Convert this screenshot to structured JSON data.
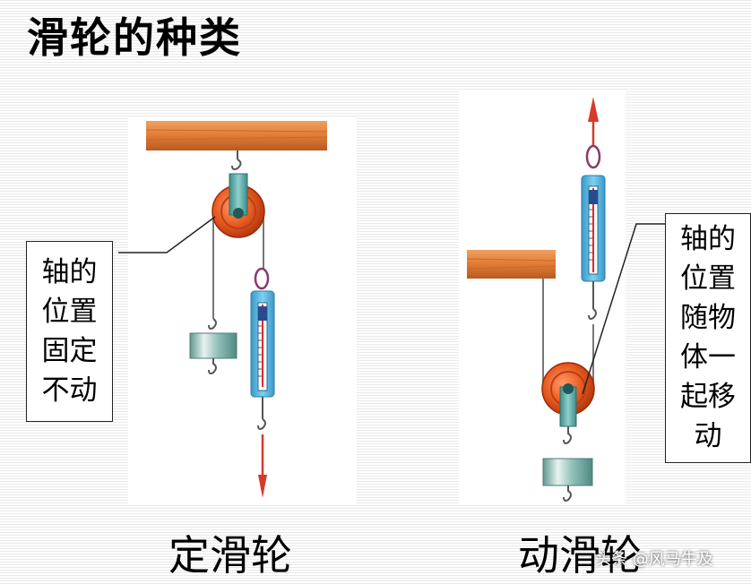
{
  "title": "滑轮的种类",
  "fixed_pulley": {
    "caption": "定滑轮",
    "note_lines": [
      "轴的",
      "位置",
      "固定",
      "不动"
    ]
  },
  "movable_pulley": {
    "caption": "动滑轮",
    "note_lines": [
      "轴的",
      "位置",
      "随物",
      "体一",
      "起移",
      "动"
    ]
  },
  "watermark": "头条 @风马牛及",
  "colors": {
    "wood": "#e07b35",
    "pulley": "#e85a1f",
    "spring_scale": "#5ab9de",
    "force_arrow": "#d63a2a",
    "weight": "#6fa9a0"
  }
}
